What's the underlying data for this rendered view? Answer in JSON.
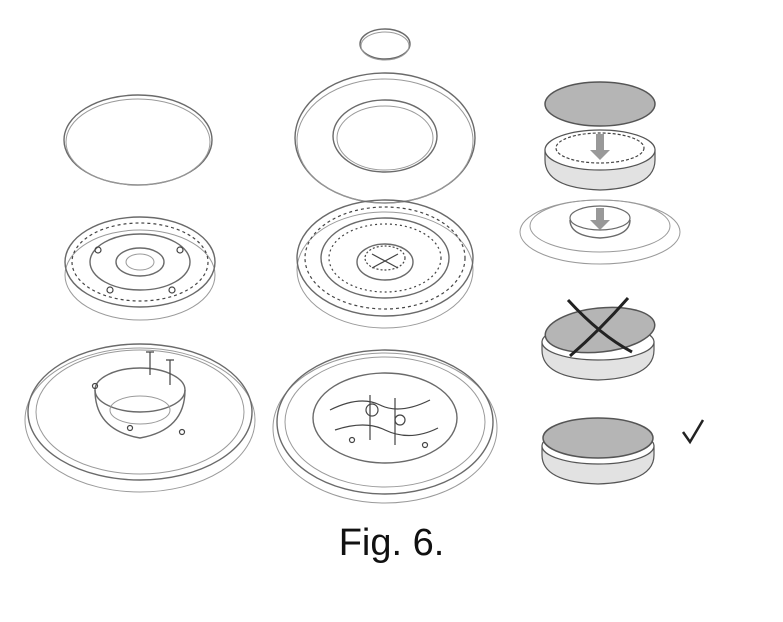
{
  "figure": {
    "caption": "Fig. 6.",
    "columns": [
      {
        "id": "left-burner",
        "parts": [
          "burner-cap",
          "flame-spreader",
          "burner-base"
        ]
      },
      {
        "id": "centre-burner",
        "parts": [
          "inner-cap",
          "outer-ring-cap",
          "flame-spreader",
          "burner-base"
        ]
      },
      {
        "id": "assembly-steps",
        "parts": [
          "cap-placement",
          "spreader-placement",
          "incorrect-placement",
          "correct-placement"
        ]
      }
    ],
    "marks": {
      "incorrect": "cross-mark",
      "correct": "check-mark"
    }
  }
}
